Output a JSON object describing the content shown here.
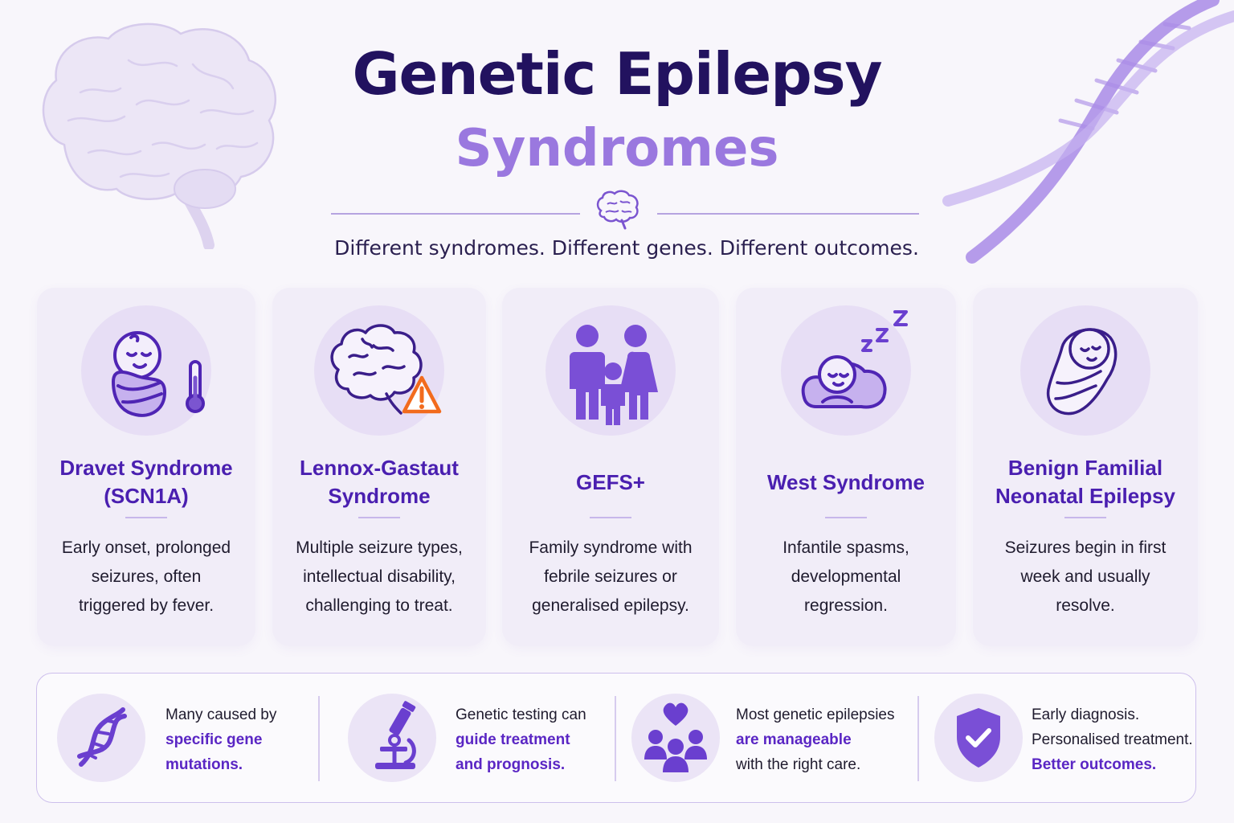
{
  "header": {
    "title_line1": "Genetic Epilepsy",
    "title_line2": "Syndromes",
    "tagline": "Different syndromes. Different genes. Different outcomes."
  },
  "colors": {
    "title_dark": "#22125f",
    "title_light": "#9a78df",
    "accent": "#5a26c4",
    "card_bg": "#f1edf8",
    "warning": "#f26b1d"
  },
  "syndromes": [
    {
      "icon": "swaddled-baby-thermometer-icon",
      "title": "Dravet Syndrome\n(SCN1A)",
      "description": "Early onset, prolonged\nseizures, often\ntriggered by fever."
    },
    {
      "icon": "brain-warning-icon",
      "title": "Lennox-Gastaut\nSyndrome",
      "description": "Multiple seizure types,\nintellectual disability,\nchallenging to treat."
    },
    {
      "icon": "family-icon",
      "title": "GEFS+",
      "description": "Family syndrome with\nfebrile seizures or\ngeneralised epilepsy."
    },
    {
      "icon": "sleeping-baby-icon",
      "title": "West Syndrome",
      "description": "Infantile spasms,\ndevelopmental\nregression."
    },
    {
      "icon": "newborn-icon",
      "title": "Benign Familial\nNeonatal Epilepsy",
      "description": "Seizures begin in first\nweek and usually\nresolve."
    }
  ],
  "facts": [
    {
      "icon": "dna-icon",
      "line1": "Many caused by",
      "line2": "specific gene",
      "line3": "mutations."
    },
    {
      "icon": "microscope-icon",
      "line1": "Genetic testing can",
      "line2": "guide treatment",
      "line3": "and prognosis."
    },
    {
      "icon": "heart-people-icon",
      "line1": "Most genetic epilepsies",
      "line2": "are manageable",
      "line3": "with the right care."
    },
    {
      "icon": "shield-check-icon",
      "line1": "Early diagnosis.",
      "line2": "Personalised treatment.",
      "line3": "Better outcomes."
    }
  ]
}
